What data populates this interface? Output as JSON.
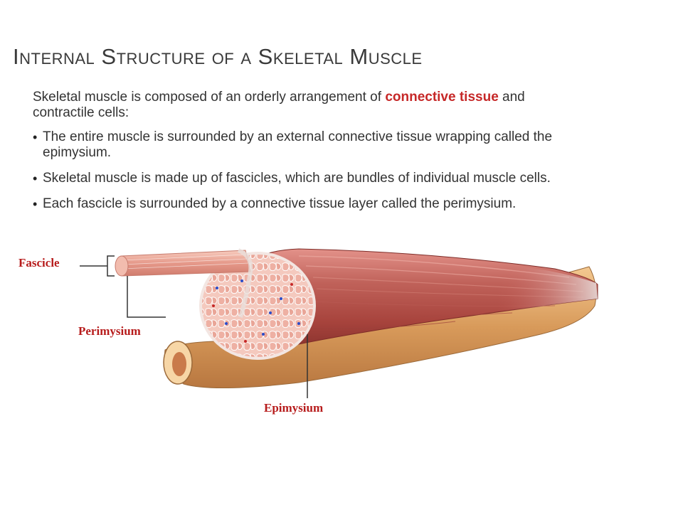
{
  "title": "Internal Structure of a Skeletal Muscle",
  "intro": {
    "before": "Skeletal muscle is composed of an orderly arrangement of ",
    "highlight": "connective tissue",
    "after": " and contractile cells:"
  },
  "bullets": [
    "The entire muscle is surrounded by an external connective tissue wrapping called the epimysium.",
    "Skeletal muscle is made up of fascicles, which are bundles of individual muscle cells.",
    "Each fascicle is surrounded by a connective tissue layer called the perimysium."
  ],
  "labels": {
    "fascicle": "Fascicle",
    "perimysium": "Perimysium",
    "epimysium": "Epimysium"
  },
  "colors": {
    "accent": "#c62828",
    "label": "#b71c1c",
    "muscle": "#b5534a",
    "fascicle": "#f0b7a8",
    "bone": "#d89a5a"
  }
}
